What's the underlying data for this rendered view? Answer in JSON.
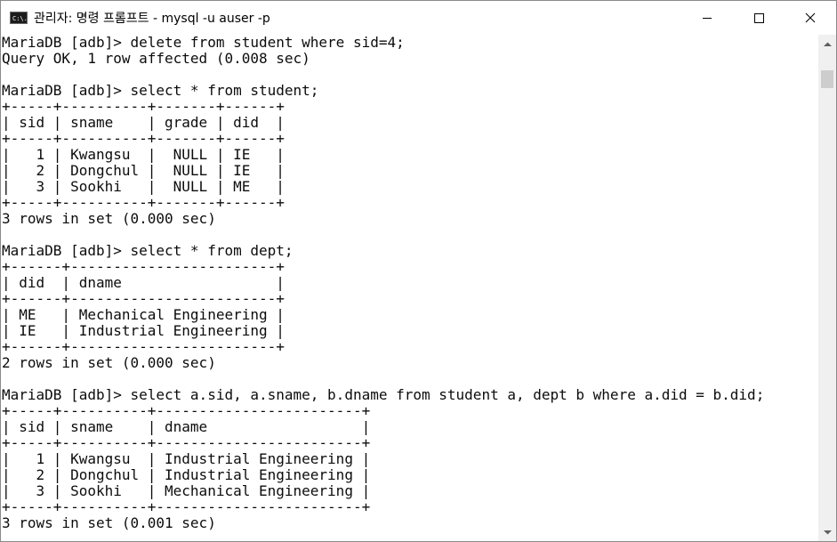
{
  "window": {
    "title": "관리자: 명령 프롬프트 - mysql  -u auser -p",
    "icon_label": "C:\\."
  },
  "controls": {
    "minimize_icon": "minimize-icon",
    "maximize_icon": "maximize-icon",
    "close_icon": "close-icon"
  },
  "console": {
    "lines": [
      "MariaDB [adb]> delete from student where sid=4;",
      "Query OK, 1 row affected (0.008 sec)",
      "",
      "MariaDB [adb]> select * from student;",
      "+-----+----------+-------+------+",
      "| sid | sname    | grade | did  |",
      "+-----+----------+-------+------+",
      "|   1 | Kwangsu  |  NULL | IE   |",
      "|   2 | Dongchul |  NULL | IE   |",
      "|   3 | Sookhi   |  NULL | ME   |",
      "+-----+----------+-------+------+",
      "3 rows in set (0.000 sec)",
      "",
      "MariaDB [adb]> select * from dept;",
      "+------+------------------------+",
      "| did  | dname                  |",
      "+------+------------------------+",
      "| ME   | Mechanical Engineering |",
      "| IE   | Industrial Engineering |",
      "+------+------------------------+",
      "2 rows in set (0.000 sec)",
      "",
      "MariaDB [adb]> select a.sid, a.sname, b.dname from student a, dept b where a.did = b.did;",
      "+-----+----------+------------------------+",
      "| sid | sname    | dname                  |",
      "+-----+----------+------------------------+",
      "|   1 | Kwangsu  | Industrial Engineering |",
      "|   2 | Dongchul | Industrial Engineering |",
      "|   3 | Sookhi   | Mechanical Engineering |",
      "+-----+----------+------------------------+",
      "3 rows in set (0.001 sec)"
    ]
  },
  "colors": {
    "background": "#ffffff",
    "text": "#0c0c0c",
    "scrollbar_track": "#f0f0f0",
    "scrollbar_thumb": "#cdcdcd"
  }
}
